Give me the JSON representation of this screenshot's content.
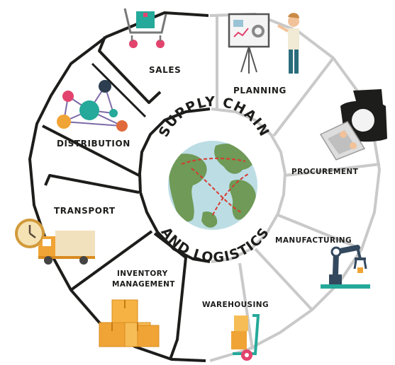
{
  "center": {
    "title_top": "SUPPLY CHAIN",
    "title_bottom": "AND LOGISTICS"
  },
  "segments": {
    "sales": "SALES",
    "planning": "PLANNING",
    "procurement": "PROCUREMENT",
    "manufacturing": "MANUFACTURING",
    "warehousing": "WAREHOUSING",
    "inventory_line1": "INVENTORY",
    "inventory_line2": "MANAGEMENT",
    "transport": "TRANSPORT",
    "distribution": "DISTRIBUTION"
  },
  "colors": {
    "ring_dark": "#1d1d1b",
    "ring_light": "#c8c8c8",
    "globe_ocean": "#bcdde4",
    "globe_land": "#6f9a57",
    "route_red": "#d63b2f",
    "orange": "#f0a436",
    "teal": "#25a99a",
    "pink": "#e2446e"
  }
}
